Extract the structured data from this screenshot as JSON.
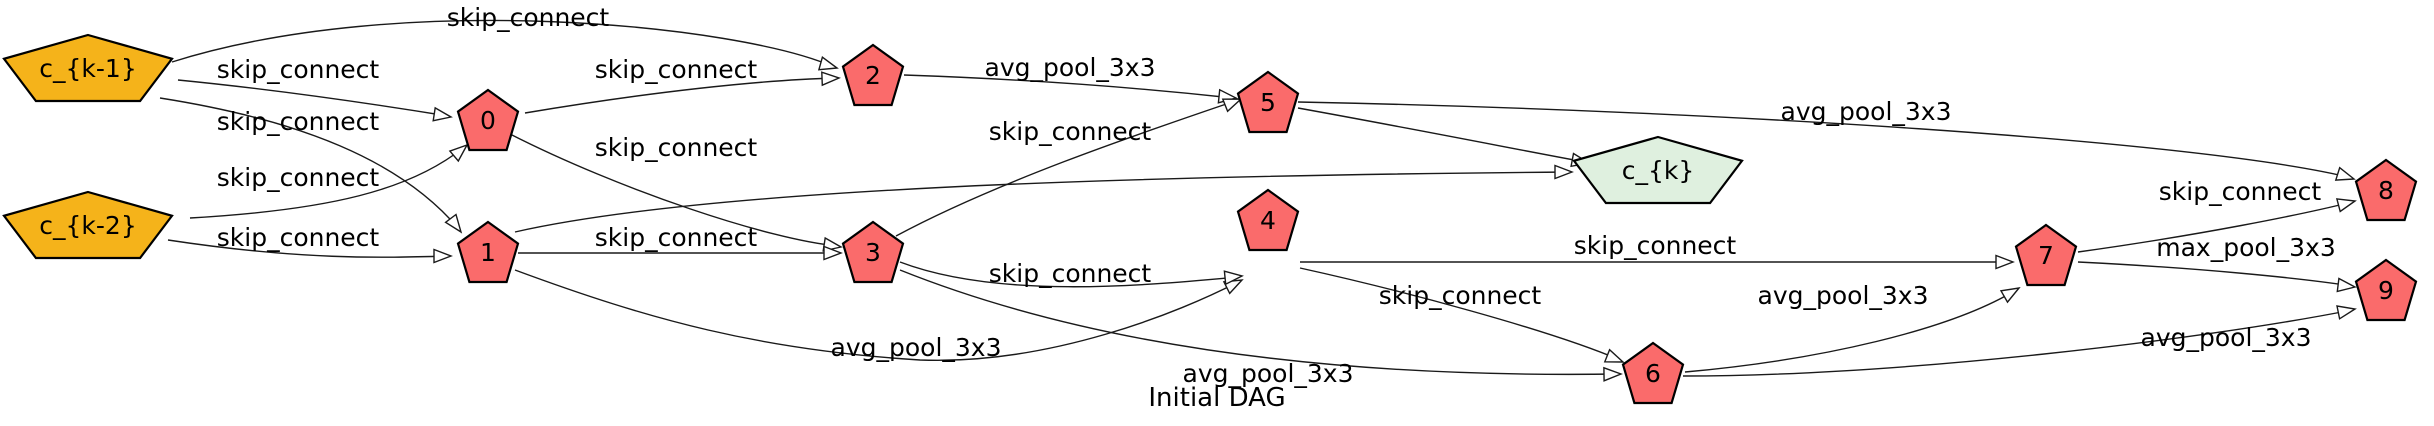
{
  "diagram": {
    "caption": "Initial DAG",
    "colors": {
      "input_fill": "#f5b31a",
      "op_fill": "#fa6b6b",
      "output_fill": "#dff0df"
    },
    "nodes": [
      {
        "id": "ck1",
        "label": "c_{k-1}",
        "kind": "input",
        "shape": "pentagon-wide"
      },
      {
        "id": "ck2",
        "label": "c_{k-2}",
        "kind": "input",
        "shape": "pentagon-wide"
      },
      {
        "id": "n0",
        "label": "0",
        "kind": "op",
        "shape": "pentagon"
      },
      {
        "id": "n1",
        "label": "1",
        "kind": "op",
        "shape": "pentagon"
      },
      {
        "id": "n2",
        "label": "2",
        "kind": "op",
        "shape": "pentagon"
      },
      {
        "id": "n3",
        "label": "3",
        "kind": "op",
        "shape": "pentagon"
      },
      {
        "id": "n4",
        "label": "4",
        "kind": "op",
        "shape": "pentagon"
      },
      {
        "id": "n5",
        "label": "5",
        "kind": "op",
        "shape": "pentagon"
      },
      {
        "id": "n6",
        "label": "6",
        "kind": "op",
        "shape": "pentagon"
      },
      {
        "id": "n7",
        "label": "7",
        "kind": "op",
        "shape": "pentagon"
      },
      {
        "id": "n8",
        "label": "8",
        "kind": "op",
        "shape": "pentagon"
      },
      {
        "id": "n9",
        "label": "9",
        "kind": "op",
        "shape": "pentagon"
      },
      {
        "id": "ck",
        "label": "c_{k}",
        "kind": "output",
        "shape": "pentagon-wide"
      }
    ],
    "edges": [
      {
        "from": "ck1",
        "to": "n2",
        "label": "skip_connect"
      },
      {
        "from": "ck1",
        "to": "n0",
        "label": "skip_connect"
      },
      {
        "from": "ck1",
        "to": "n1",
        "label": "skip_connect"
      },
      {
        "from": "ck2",
        "to": "n0",
        "label": "skip_connect"
      },
      {
        "from": "ck2",
        "to": "n1",
        "label": "skip_connect"
      },
      {
        "from": "n0",
        "to": "n2",
        "label": "skip_connect"
      },
      {
        "from": "n0",
        "to": "n3",
        "label": "skip_connect"
      },
      {
        "from": "n1",
        "to": "ck",
        "label": ""
      },
      {
        "from": "n1",
        "to": "n3",
        "label": "skip_connect"
      },
      {
        "from": "n1",
        "to": "n4",
        "label": "avg_pool_3x3"
      },
      {
        "from": "n2",
        "to": "n5",
        "label": "avg_pool_3x3"
      },
      {
        "from": "n3",
        "to": "n5",
        "label": "skip_connect"
      },
      {
        "from": "n3",
        "to": "n4",
        "label": "skip_connect"
      },
      {
        "from": "n3",
        "to": "n6",
        "label": "avg_pool_3x3"
      },
      {
        "from": "n5",
        "to": "ck",
        "label": ""
      },
      {
        "from": "n5",
        "to": "n8",
        "label": "avg_pool_3x3"
      },
      {
        "from": "n4",
        "to": "n7",
        "label": "skip_connect"
      },
      {
        "from": "n4",
        "to": "n6",
        "label": "skip_connect"
      },
      {
        "from": "n6",
        "to": "n7",
        "label": "avg_pool_3x3"
      },
      {
        "from": "n6",
        "to": "n9",
        "label": "avg_pool_3x3"
      },
      {
        "from": "n7",
        "to": "n8",
        "label": "skip_connect"
      },
      {
        "from": "n7",
        "to": "n9",
        "label": "max_pool_3x3"
      }
    ]
  }
}
